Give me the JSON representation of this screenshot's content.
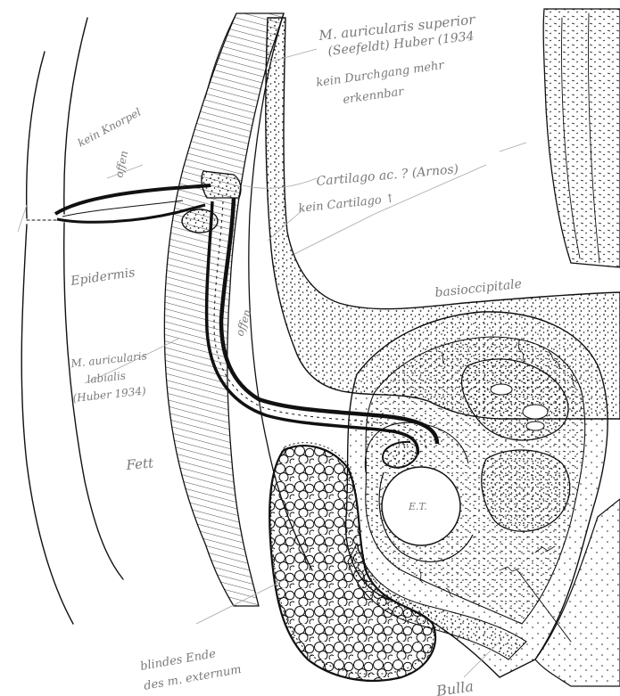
{
  "labels": {
    "m_auricularis_superior_1": "M. auricularis superior",
    "m_auricularis_superior_2": "(Seefeldt) Huber (1934",
    "kein_durchgang_1": "kein Durchgang mehr",
    "kein_durchgang_2": "erkennbar",
    "cartilago_ac": "Cartilago ac. ? (Arnos)",
    "kein_cartilago": "kein Cartilago ↑",
    "offen_top": "offen",
    "offen_mid": "offen",
    "epidermis": "Epidermis",
    "m_auricularis_lab_1": "M. auricularis",
    "m_auricularis_lab_2": "labialis",
    "m_auricularis_lab_3": "(Huber 1934)",
    "fett": "Fett",
    "basioccipitale": "basioccipitale",
    "et": "E.T.",
    "blindes_ende_1": "blindes Ende",
    "blindes_ende_2": "des m. externum",
    "bulla": "Bulla",
    "margin_top_left": "kein Knorpel"
  }
}
